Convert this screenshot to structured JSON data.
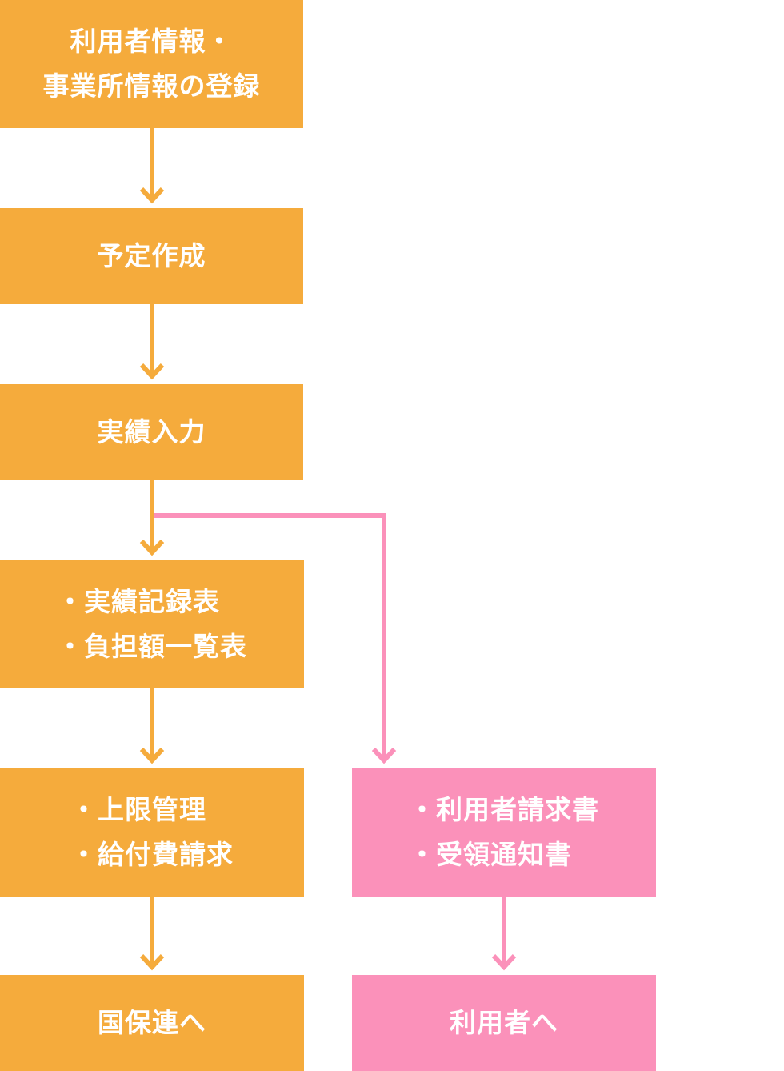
{
  "colors": {
    "orange": "#f5ab3c",
    "pink": "#fb91ba",
    "text": "#ffffff"
  },
  "steps": {
    "register": {
      "lines": [
        "利用者情報・",
        "事業所情報の登録"
      ]
    },
    "schedule": {
      "label": "予定作成"
    },
    "actual": {
      "label": "実績入力"
    },
    "records": {
      "items": [
        "実績記録表",
        "負担額一覧表"
      ]
    },
    "benefit": {
      "items": [
        "上限管理",
        "給付費請求"
      ]
    },
    "kokuhoren": {
      "label": "国保連へ"
    },
    "invoice": {
      "items": [
        "利用者請求書",
        "受領通知書"
      ]
    },
    "to_user": {
      "label": "利用者へ"
    }
  }
}
